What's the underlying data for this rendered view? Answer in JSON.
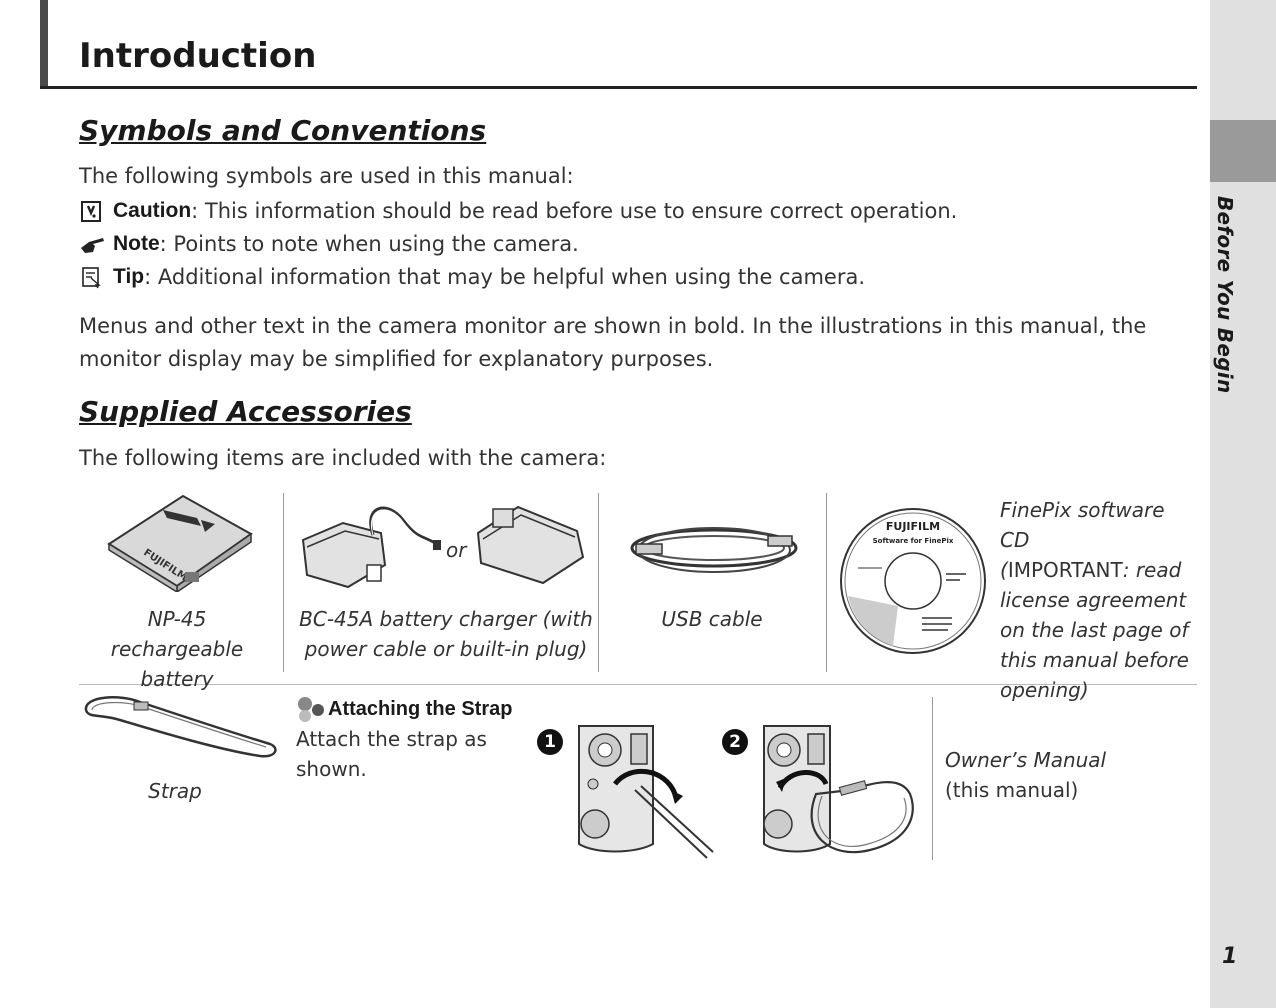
{
  "page": {
    "title": "Introduction",
    "side_label": "Before You Begin",
    "page_number": "1"
  },
  "symbols": {
    "heading": "Symbols and Conventions",
    "intro": "The following symbols are used in this manual:",
    "caution_label": "Caution",
    "caution_text": ": This information should be read before use to ensure correct operation.",
    "note_label": "Note",
    "note_text": ": Points to note when using the camera.",
    "tip_label": "Tip",
    "tip_text": ": Additional information that may be helpful when using the camera.",
    "para_line1": "Menus and other text in the camera monitor are shown in bold.  In the illustrations in this manual, the",
    "para_line2": "monitor display may be simplified for explanatory purposes."
  },
  "accessories": {
    "heading": "Supplied Accessories",
    "intro": "The following items are included with the camera:",
    "battery_line1": "NP-45 rechargeable",
    "battery_line2": "battery",
    "battery_brand": "FUJIFILM",
    "charger_line1": "BC-45A battery charger (with",
    "charger_line2": "power cable or built-in plug)",
    "charger_or": "or",
    "usb": "USB cable",
    "cd_brand": "FUJIFILM",
    "cd_sub": "Software for FinePix",
    "cd_line1": "FinePix software CD",
    "cd_line2_open": "(",
    "cd_line2_important": "IMPORTANT",
    "cd_line2_rest": ": read",
    "cd_line3": "license agreement",
    "cd_line4": "on the last page of",
    "cd_line5": "this manual before",
    "cd_line6": "opening)",
    "strap": "Strap",
    "attach_heading": "Attaching the Strap",
    "attach_line1": "Attach the strap as",
    "attach_line2": "shown.",
    "step1": "1",
    "step2": "2",
    "manual_line1": "Owner’s Manual",
    "manual_line2": "(this manual)"
  }
}
